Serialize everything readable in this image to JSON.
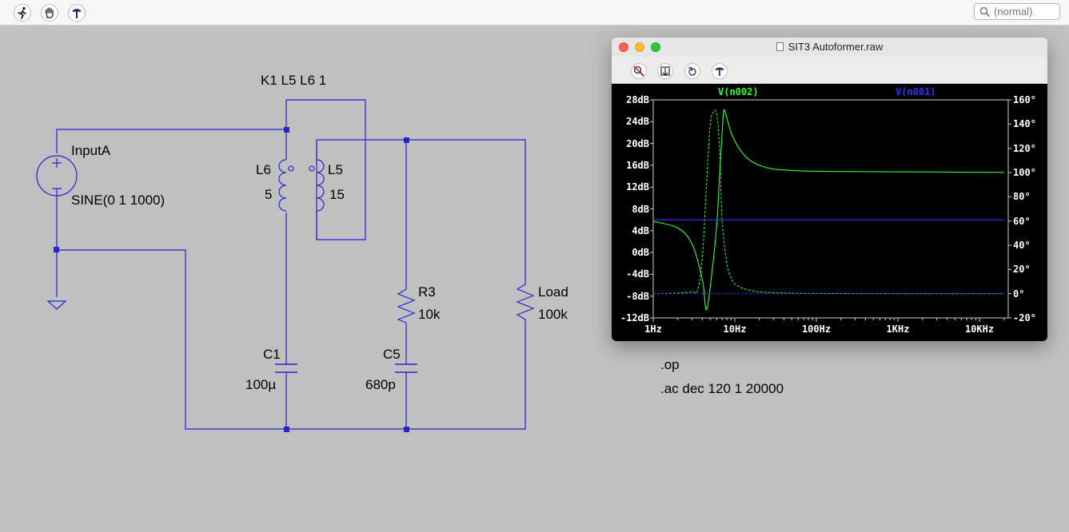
{
  "toolbar": {
    "search_placeholder": "(normal)",
    "buttons": [
      "run-icon",
      "pan-hand-icon",
      "probe-icon"
    ]
  },
  "schematic": {
    "coupling": "K1 L5 L6 1",
    "source": {
      "name": "InputA",
      "value": "SINE(0 1 1000)"
    },
    "L6": {
      "name": "L6",
      "value": "5"
    },
    "L5": {
      "name": "L5",
      "value": "15"
    },
    "R3": {
      "name": "R3",
      "value": "10k"
    },
    "Load": {
      "name": "Load",
      "value": "100k"
    },
    "C1": {
      "name": "C1",
      "value": "100µ"
    },
    "C5": {
      "name": "C5",
      "value": "680p"
    },
    "directives": [
      ".op",
      ".ac dec 120 1 20000"
    ],
    "wire_color": "#2a20d8"
  },
  "plot_window": {
    "title": "SIT3 Autoformer.raw",
    "buttons": [
      "zoom-cancel-icon",
      "autorange-icon",
      "undo-zoom-icon",
      "probe-icon"
    ]
  },
  "chart_data": {
    "type": "line",
    "x_scale": "log",
    "xlim": [
      1,
      20000
    ],
    "x_ticks": [
      "1Hz",
      "10Hz",
      "100Hz",
      "1KHz",
      "10KHz"
    ],
    "y_left_ticks": [
      "28dB",
      "24dB",
      "20dB",
      "16dB",
      "12dB",
      "8dB",
      "4dB",
      "0dB",
      "-4dB",
      "-8dB",
      "-12dB"
    ],
    "y_left_range": [
      -12,
      28
    ],
    "y_right_ticks": [
      "160°",
      "140°",
      "120°",
      "100°",
      "80°",
      "60°",
      "40°",
      "20°",
      "0°",
      "-20°"
    ],
    "y_right_range": [
      -20,
      160
    ],
    "series": [
      {
        "name": "V(n002)",
        "color": "#33ff33",
        "magnitude_db": {
          "x": [
            1,
            2,
            3,
            4,
            4.5,
            5.3,
            6,
            6.5,
            7,
            7.3,
            7.7,
            8.2,
            9,
            10,
            12,
            15,
            20,
            30,
            60,
            100,
            1000,
            20000
          ],
          "y": [
            5.7,
            4.5,
            1.5,
            -5,
            -10.5,
            -3,
            5,
            14,
            22,
            26,
            25.5,
            24,
            22,
            20.5,
            18.5,
            17,
            16,
            15.3,
            15,
            14.9,
            14.8,
            14.7
          ]
        },
        "phase_deg": {
          "x": [
            1,
            2,
            3,
            3.5,
            4,
            4.5,
            5,
            5.5,
            6,
            6.5,
            7,
            8,
            9,
            10,
            12,
            15,
            20,
            30,
            50,
            100,
            1000,
            20000
          ],
          "y": [
            0,
            0.5,
            1.5,
            3,
            30,
            90,
            140,
            150,
            148,
            120,
            60,
            25,
            13,
            8,
            5,
            3,
            1.5,
            0.8,
            0.4,
            0.2,
            0,
            0
          ]
        }
      },
      {
        "name": "V(n001)",
        "color": "#3333ff",
        "magnitude_db": {
          "x": [
            1,
            20000
          ],
          "y": [
            6,
            6
          ]
        },
        "phase_deg": {
          "x": [
            1,
            20000
          ],
          "y": [
            0,
            0
          ]
        }
      }
    ]
  }
}
